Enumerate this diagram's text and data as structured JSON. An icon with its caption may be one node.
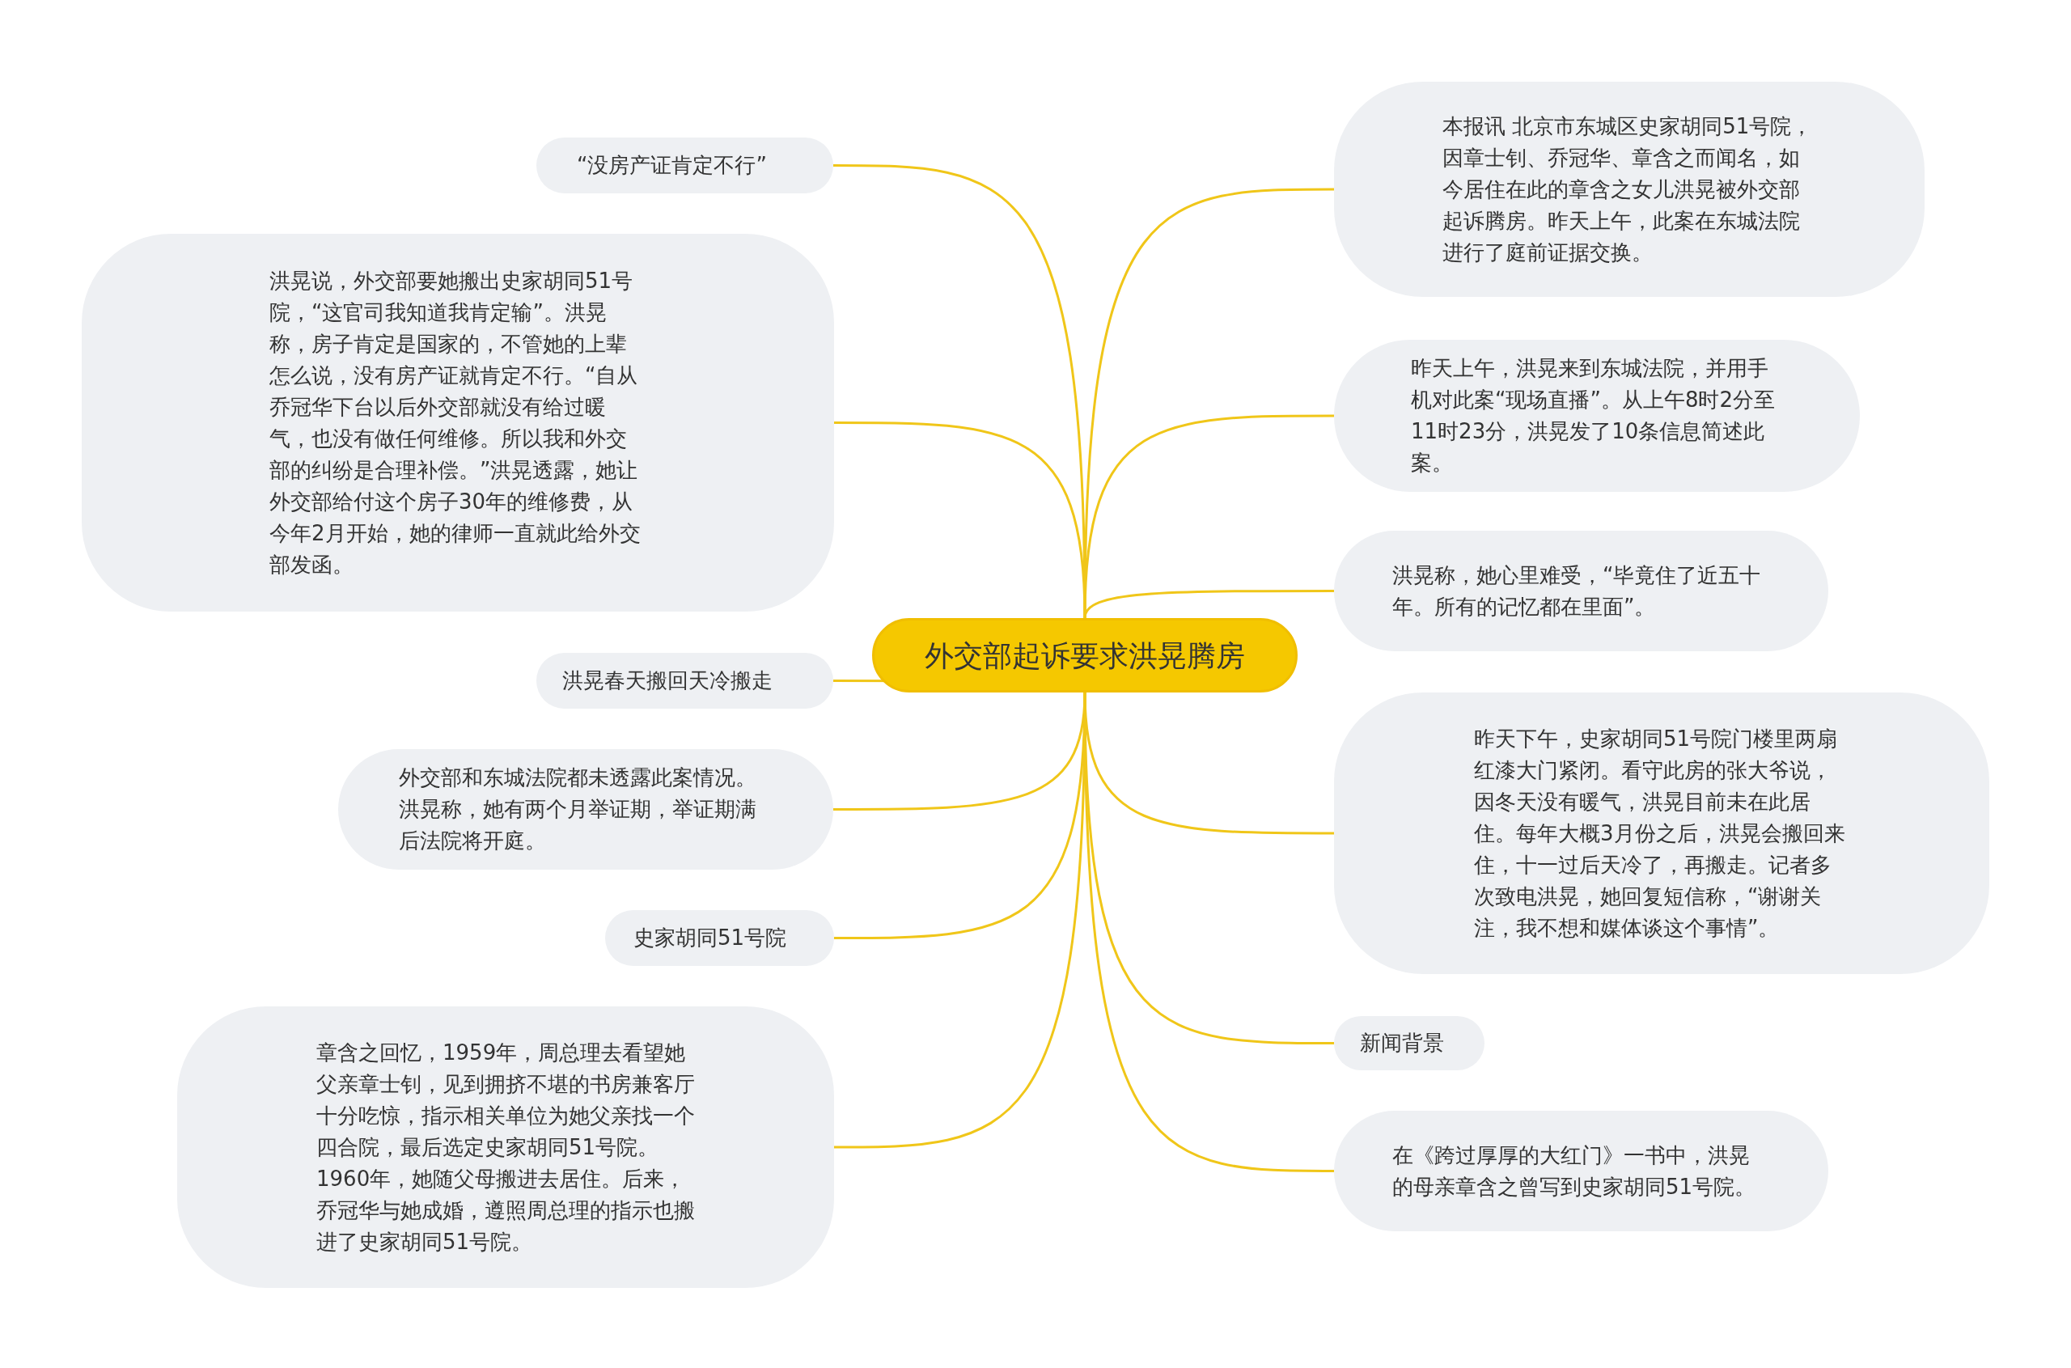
{
  "diagram": {
    "nodes": [
      {
        "text": [
          "外交部起诉要求洪晃腾房"
        ]
      },
      {
        "text": [
          "本报讯 北京市东城区史家胡同51号院，因章士钊、乔冠华、章含之而闻名，如今居住在此的章含之女儿洪晃被外交部起诉腾房。昨天上午，此案在东城法院进行了庭前证据交换。"
        ]
      },
      {
        "text": [
          "昨天上午，洪晃来到东城法院，并用手机对此案“现场直播”。从上午8时2分至11时23分，洪晃发了10条信息简述此案。"
        ]
      },
      {
        "text": [
          "洪晃称，她心里难受，“毕竟住了近五十年。所有的记忆都在里面”。"
        ]
      },
      {
        "text": [
          "昨天下午，史家胡同51号院门楼里两扇红漆大门紧闭。看守此房的张大爷说，因冬天没有暖气，洪晃目前未在此居住。每年大概3月份之后，洪晃会搬回来住，十一过后天冷了，再搬走。记者多次致电洪晃，她回复短信称，“谢谢关注，我不想和媒体谈这个事情”。"
        ]
      },
      {
        "text": [
          "新闻背景"
        ]
      },
      {
        "text": [
          "在《跨过厚厚的大红门》一书中，洪晃的母亲章含之曾写到史家胡同51号院。"
        ]
      },
      {
        "text": [
          "“没房产证肯定不行”"
        ]
      },
      {
        "text": [
          "洪晃说，外交部要她搬出史家胡同51号院，“这官司我知道我肯定输”。洪晃称，房子肯定是国家的，不管她的上辈怎么说，没有房产证就肯定不行。“自从乔冠华下台以后外交部就没有给过暖气，也没有做任何维修。所以我和外交部的纠纷是合理补偿。”洪晃透露，她让外交部给付这个房子30年的维修费，从今年2月开始，她的律师一直就此给外交部发函。"
        ]
      },
      {
        "text": [
          "洪晃春天搬回天冷搬走"
        ]
      },
      {
        "text": [
          "外交部和东城法院都未透露此案情况。洪晃称，她有两个月举证期，举证期满后法院将开庭。"
        ]
      },
      {
        "text": [
          "史家胡同51号院"
        ]
      },
      {
        "text": [
          "章含之回忆，1959年，周总理去看望她父亲章士钊，见到拥挤不堪的书房兼客厅十分吃惊，指示相关单位为她父亲找一个四合院，最后选定史家胡同51号院。1960年，她随父母搬进去居住。后来，乔冠华与她成婚，遵照周总理的指示也搬进了史家胡同51号院。"
        ]
      }
    ],
    "edges": [
      {
        "from": 0,
        "to": 1,
        "arrow": "none"
      },
      {
        "from": 0,
        "to": 2,
        "arrow": "none"
      },
      {
        "from": 0,
        "to": 3,
        "arrow": "none"
      },
      {
        "from": 0,
        "to": 4,
        "arrow": "none"
      },
      {
        "from": 0,
        "to": 5,
        "arrow": "none"
      },
      {
        "from": 0,
        "to": 6,
        "arrow": "none"
      },
      {
        "from": 0,
        "to": 7,
        "arrow": "none"
      },
      {
        "from": 0,
        "to": 8,
        "arrow": "none"
      },
      {
        "from": 0,
        "to": 9,
        "arrow": "none"
      },
      {
        "from": 0,
        "to": 10,
        "arrow": "none"
      },
      {
        "from": 0,
        "to": 11,
        "arrow": "none"
      },
      {
        "from": 0,
        "to": 12,
        "arrow": "none"
      }
    ]
  }
}
